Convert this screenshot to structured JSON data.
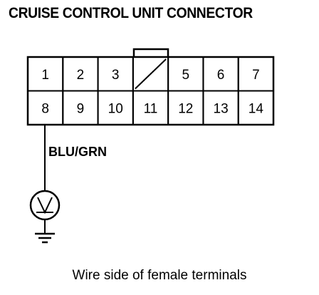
{
  "title": "CRUISE CONTROL UNIT CONNECTOR",
  "caption": "Wire side of female terminals",
  "wire_color": "BLU/GRN",
  "connector": {
    "top_row": [
      "1",
      "2",
      "3",
      "",
      "5",
      "6",
      "7"
    ],
    "bottom_row": [
      "8",
      "9",
      "10",
      "11",
      "12",
      "13",
      "14"
    ],
    "empty_cavity": 4,
    "probe_terminal": "8"
  },
  "icons": {
    "meter": "voltmeter-icon",
    "ground": "ground-icon"
  }
}
